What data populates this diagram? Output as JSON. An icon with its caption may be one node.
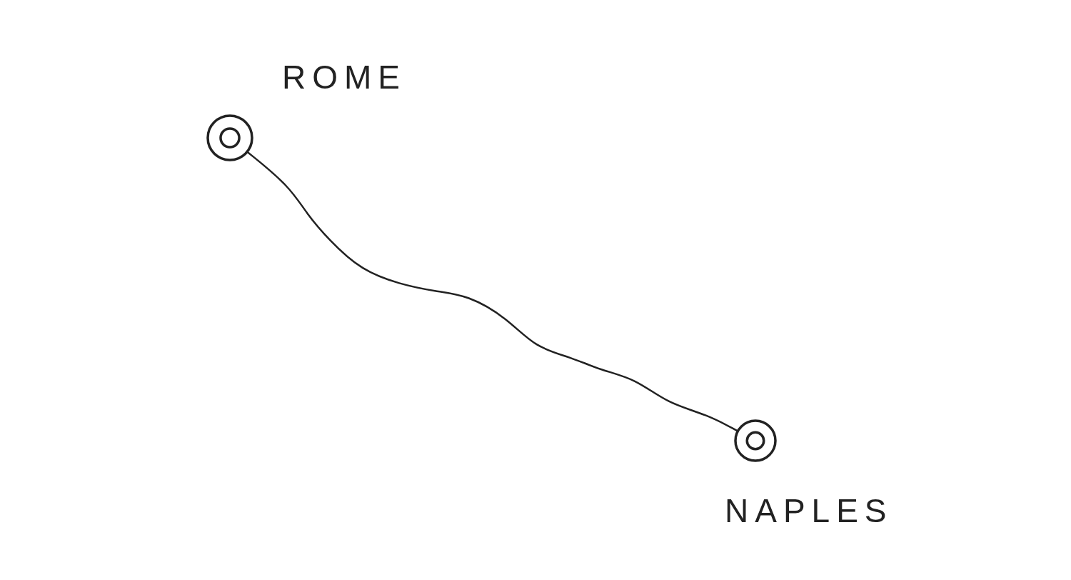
{
  "diagram": {
    "nodes": [
      {
        "text": [
          "ROME"
        ]
      },
      {
        "text": [
          "NAPLES"
        ]
      }
    ],
    "edges": [
      {
        "from": 0,
        "to": 1,
        "arrow": "none"
      }
    ]
  }
}
